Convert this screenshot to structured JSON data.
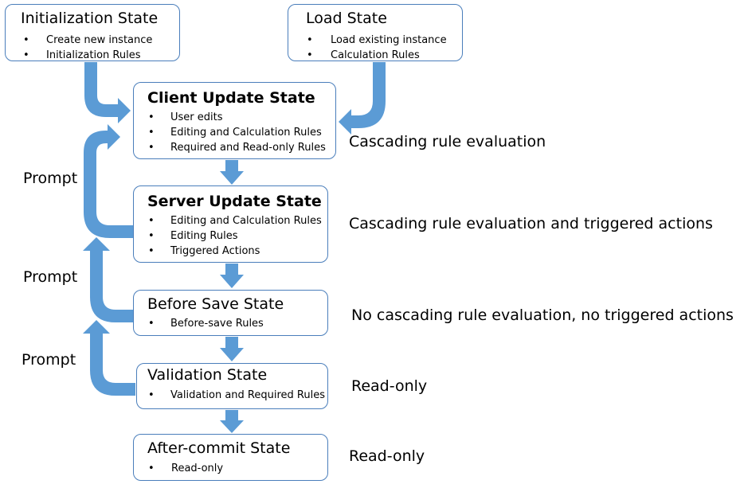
{
  "colors": {
    "arrow": "#5b9bd5",
    "box_border": "#4a7ebb"
  },
  "states": {
    "initialization": {
      "title": "Initialization State",
      "items": [
        "Create new instance",
        "Initialization Rules"
      ]
    },
    "load": {
      "title": "Load State",
      "items": [
        "Load existing instance",
        "Calculation Rules"
      ]
    },
    "client_update": {
      "title": "Client Update State",
      "items": [
        "User edits",
        "Editing and Calculation Rules",
        "Required and Read-only Rules"
      ]
    },
    "server_update": {
      "title": "Server Update State",
      "items": [
        "Editing and Calculation Rules",
        "Editing Rules",
        "Triggered Actions"
      ]
    },
    "before_save": {
      "title": "Before Save State",
      "items": [
        "Before-save Rules"
      ]
    },
    "validation": {
      "title": "Validation State",
      "items": [
        "Validation and Required Rules"
      ]
    },
    "after_commit": {
      "title": "After-commit State",
      "items": [
        "Read-only"
      ]
    }
  },
  "side_labels": {
    "client_update": "Cascading rule evaluation",
    "server_update": "Cascading rule evaluation and triggered actions",
    "before_save": "No cascading rule evaluation, no triggered actions",
    "validation": "Read-only",
    "after_commit": "Read-only"
  },
  "prompts": {
    "server_to_client": "Prompt",
    "before_save_to_server": "Prompt",
    "validation_to_before_save": "Prompt"
  },
  "bullet_glyph": "•"
}
